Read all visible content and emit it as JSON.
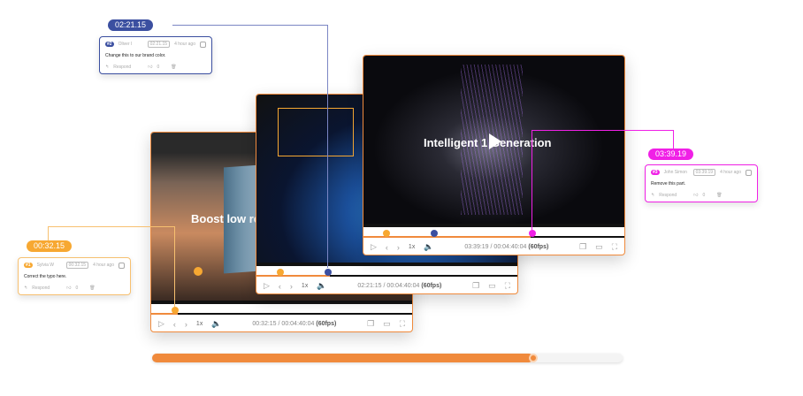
{
  "colors": {
    "orange": "#f7a832",
    "blue": "#3b4fa0",
    "magenta": "#f020e6",
    "accent": "#f08a3c"
  },
  "windows": [
    {
      "overlay_text": "Boost low re",
      "current": "00:32:15",
      "total": "00:04:40:04",
      "fps": "(60fps)",
      "speed": "1x"
    },
    {
      "overlay_text": "",
      "current": "02:21:15",
      "total": "00:04:40:04",
      "fps": "(60fps)",
      "speed": "1x"
    },
    {
      "overlay_text": "Intelligent 1 Generation",
      "current": "03:39:19",
      "total": "00:04:40:04",
      "fps": "(60fps)",
      "speed": "1x"
    }
  ],
  "comments": [
    {
      "badge": "02:21.15",
      "num": "#2",
      "author": "Oliver I",
      "timestamp": "02:21.15",
      "age": "4 hour ago",
      "message": "Change this to our brand color.",
      "respond": "Respond",
      "likes": "0"
    },
    {
      "badge": "03:39.19",
      "num": "#3",
      "author": "John Simon",
      "timestamp": "03:39.19",
      "age": "4 hour ago",
      "message": "Remove this part.",
      "respond": "Respond",
      "likes": "0"
    },
    {
      "badge": "00:32.15",
      "num": "#1",
      "author": "Sylvia W",
      "timestamp": "00:32.15",
      "age": "4 hour ago",
      "message": "Correct the typo here.",
      "respond": "Respond",
      "likes": "0"
    }
  ],
  "main_progress": {
    "percent": 81
  }
}
